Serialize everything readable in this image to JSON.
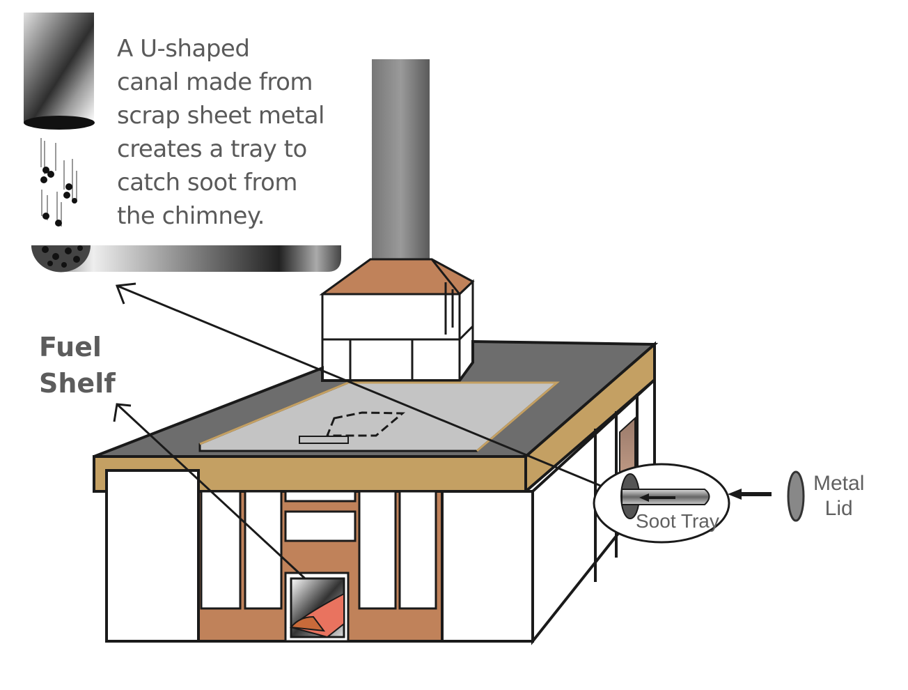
{
  "diagram": {
    "type": "illustrated cookstove schematic",
    "callouts": {
      "canal": {
        "lines": [
          "A U-shaped",
          "canal made from",
          "scrap sheet metal",
          "creates a tray to",
          "catch soot from",
          "the chimney."
        ]
      },
      "fuel_shelf": {
        "lines": [
          "Fuel",
          "Shelf"
        ]
      },
      "soot_tray": {
        "label": "Soot Tray"
      },
      "metal_lid": {
        "lines": [
          "Metal",
          "Lid"
        ]
      }
    },
    "colors": {
      "roof_top": "#6d6d6d",
      "roof_edge": "#c4a063",
      "brick": "#c0825a",
      "hotplate": "#c4c4c4",
      "fire": "#e9735f",
      "outline": "#1a1a1a",
      "label_text": "#5a5a5a"
    }
  }
}
